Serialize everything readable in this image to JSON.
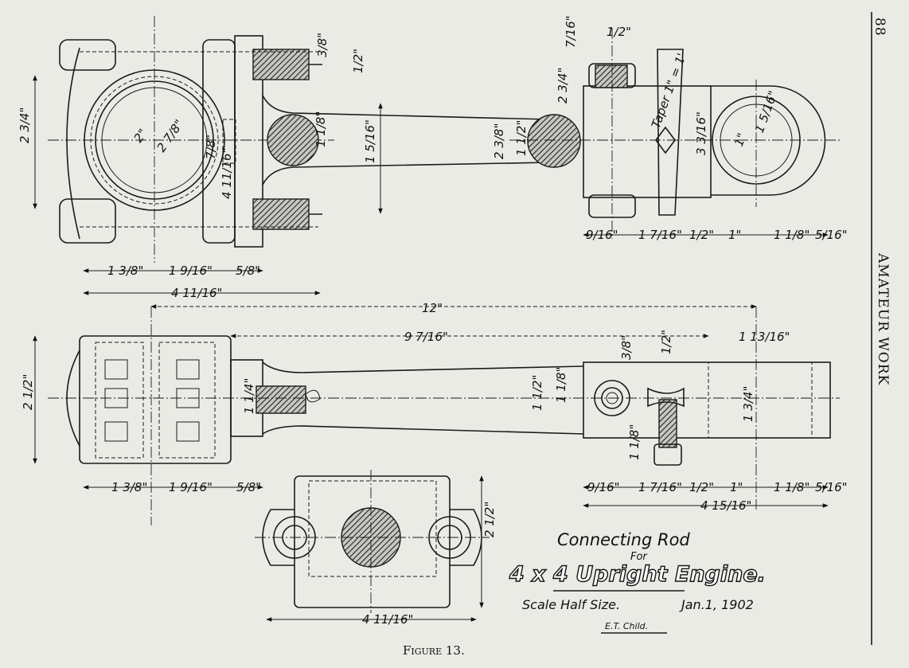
{
  "page_number": "88",
  "running_head": "AMATEUR WORK",
  "caption": "Figure 13.",
  "title": {
    "line1": "Connecting Rod",
    "line2": "For",
    "line3": "4 x 4 Upright Engine.",
    "scale": "Scale Half Size.",
    "date": "Jan.1, 1902",
    "author": "E.T. Child."
  },
  "annotations": {
    "taper": "Taper 1\" = 1'"
  },
  "dimensions": {
    "top_left": {
      "bolt_top": "3/8\"",
      "bolt_top_small": "1/2\"",
      "height": "2 3/4\"",
      "bore_outer": "2 7/8\"",
      "bore_inner": "2\"",
      "hub": "7/8\"",
      "hub_height": "4 11/16\"",
      "rod_dia": "1 1/8\"",
      "rod_length_seg": "1 5/16\"",
      "bottom_a": "1 3/8\"",
      "bottom_b": "1 9/16\"",
      "bottom_c": "5/8\"",
      "bottom_total": "4 11/16\""
    },
    "top_right": {
      "pin_top": "7/16\"",
      "pin_top_b": "1/2\"",
      "bolt_h": "2 3/4\"",
      "end_h": "2 3/8\"",
      "rod_dia": "1 1/2\"",
      "wedge_h": "3 3/16\"",
      "eye_outer": "1 5/16\"",
      "eye_inner": "1\"",
      "b_a": "9/16\"",
      "b_b": "1 7/16\"",
      "b_c": "1/2\"",
      "b_d": "1\"",
      "b_e": "1 1/8\"",
      "b_f": "5/16\""
    },
    "overall": "12\"",
    "centers": "9 7/16\"",
    "bottom_view": {
      "width": "2 1/2\"",
      "rod_h": "1 1/4\"",
      "end_left": "1 1/2\"",
      "end_left_b": "1 1/8\"",
      "eye_h": "1 3/4\"",
      "strap": "1 13/16\"",
      "bolt_a": "3/8\"",
      "bolt_b": "1/2\"",
      "bolt_c": "1 1/8\"",
      "b_a": "1 3/8\"",
      "b_b": "1 9/16\"",
      "b_c": "5/8\"",
      "r_a": "9/16\"",
      "r_b": "1 7/16\"",
      "r_c": "1/2\"",
      "r_d": "1\"",
      "r_e": "1 1/8\"",
      "r_f": "5/16\"",
      "r_total": "4 15/16\""
    },
    "end_view": {
      "height": "2 1/2\"",
      "width": "4 11/16\""
    }
  }
}
